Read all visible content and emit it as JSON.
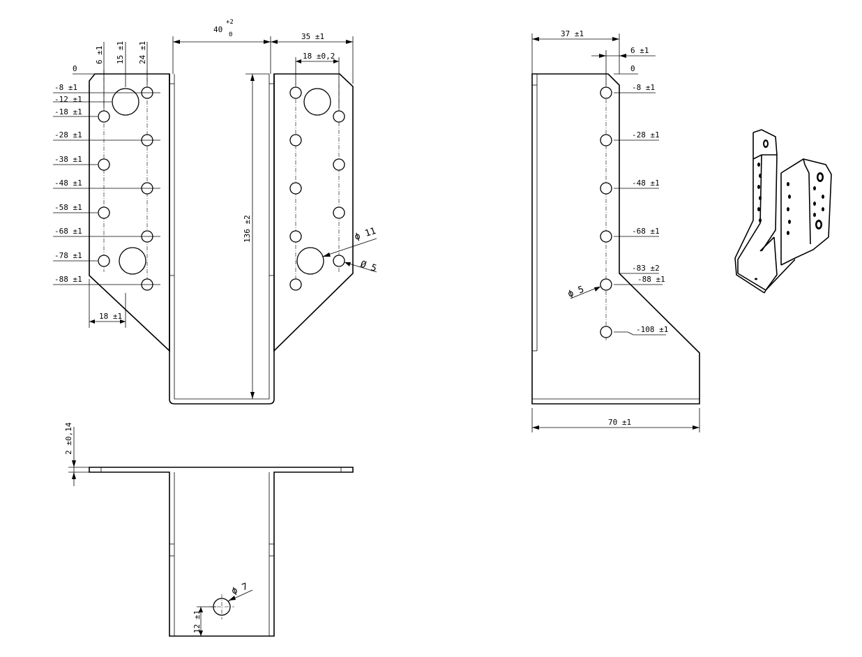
{
  "front_view": {
    "top_width_main": "40",
    "top_width_tol_upper": "+2",
    "top_width_tol_lower": "0",
    "right_flange_width": "35 ±1",
    "hole_pitch": "18 ±0,2",
    "left_offsets": [
      "6 ±1",
      "15 ±1",
      "24 ±1"
    ],
    "zero": "0",
    "left_levels": [
      "-8 ±1",
      "-12 ±1",
      "-18 ±1",
      "-28 ±1",
      "-38 ±1",
      "-48 ±1",
      "-58 ±1",
      "-68 ±1",
      "-78 ±1",
      "-88 ±1"
    ],
    "bottom_left": "18 ±1",
    "height": "136 ±2",
    "big_hole_label": "ϕ 11",
    "small_hole_label": "Ø 5"
  },
  "side_view": {
    "width_top": "37 ±1",
    "offset": "6 ±1",
    "zero": "0",
    "levels": [
      "-8 ±1",
      "-28 ±1",
      "-48 ±1",
      "-68 ±1",
      "-83 ±2",
      "-88 ±1",
      "-108 ±1"
    ],
    "hole_label": "ϕ 5",
    "width_bottom": "70 ±1"
  },
  "top_view": {
    "thickness": "2 ±0,14",
    "hole_label": "ϕ 7",
    "hole_offset": "12 ±1"
  },
  "iso_view": {
    "icon": "joist-hanger-isometric"
  }
}
